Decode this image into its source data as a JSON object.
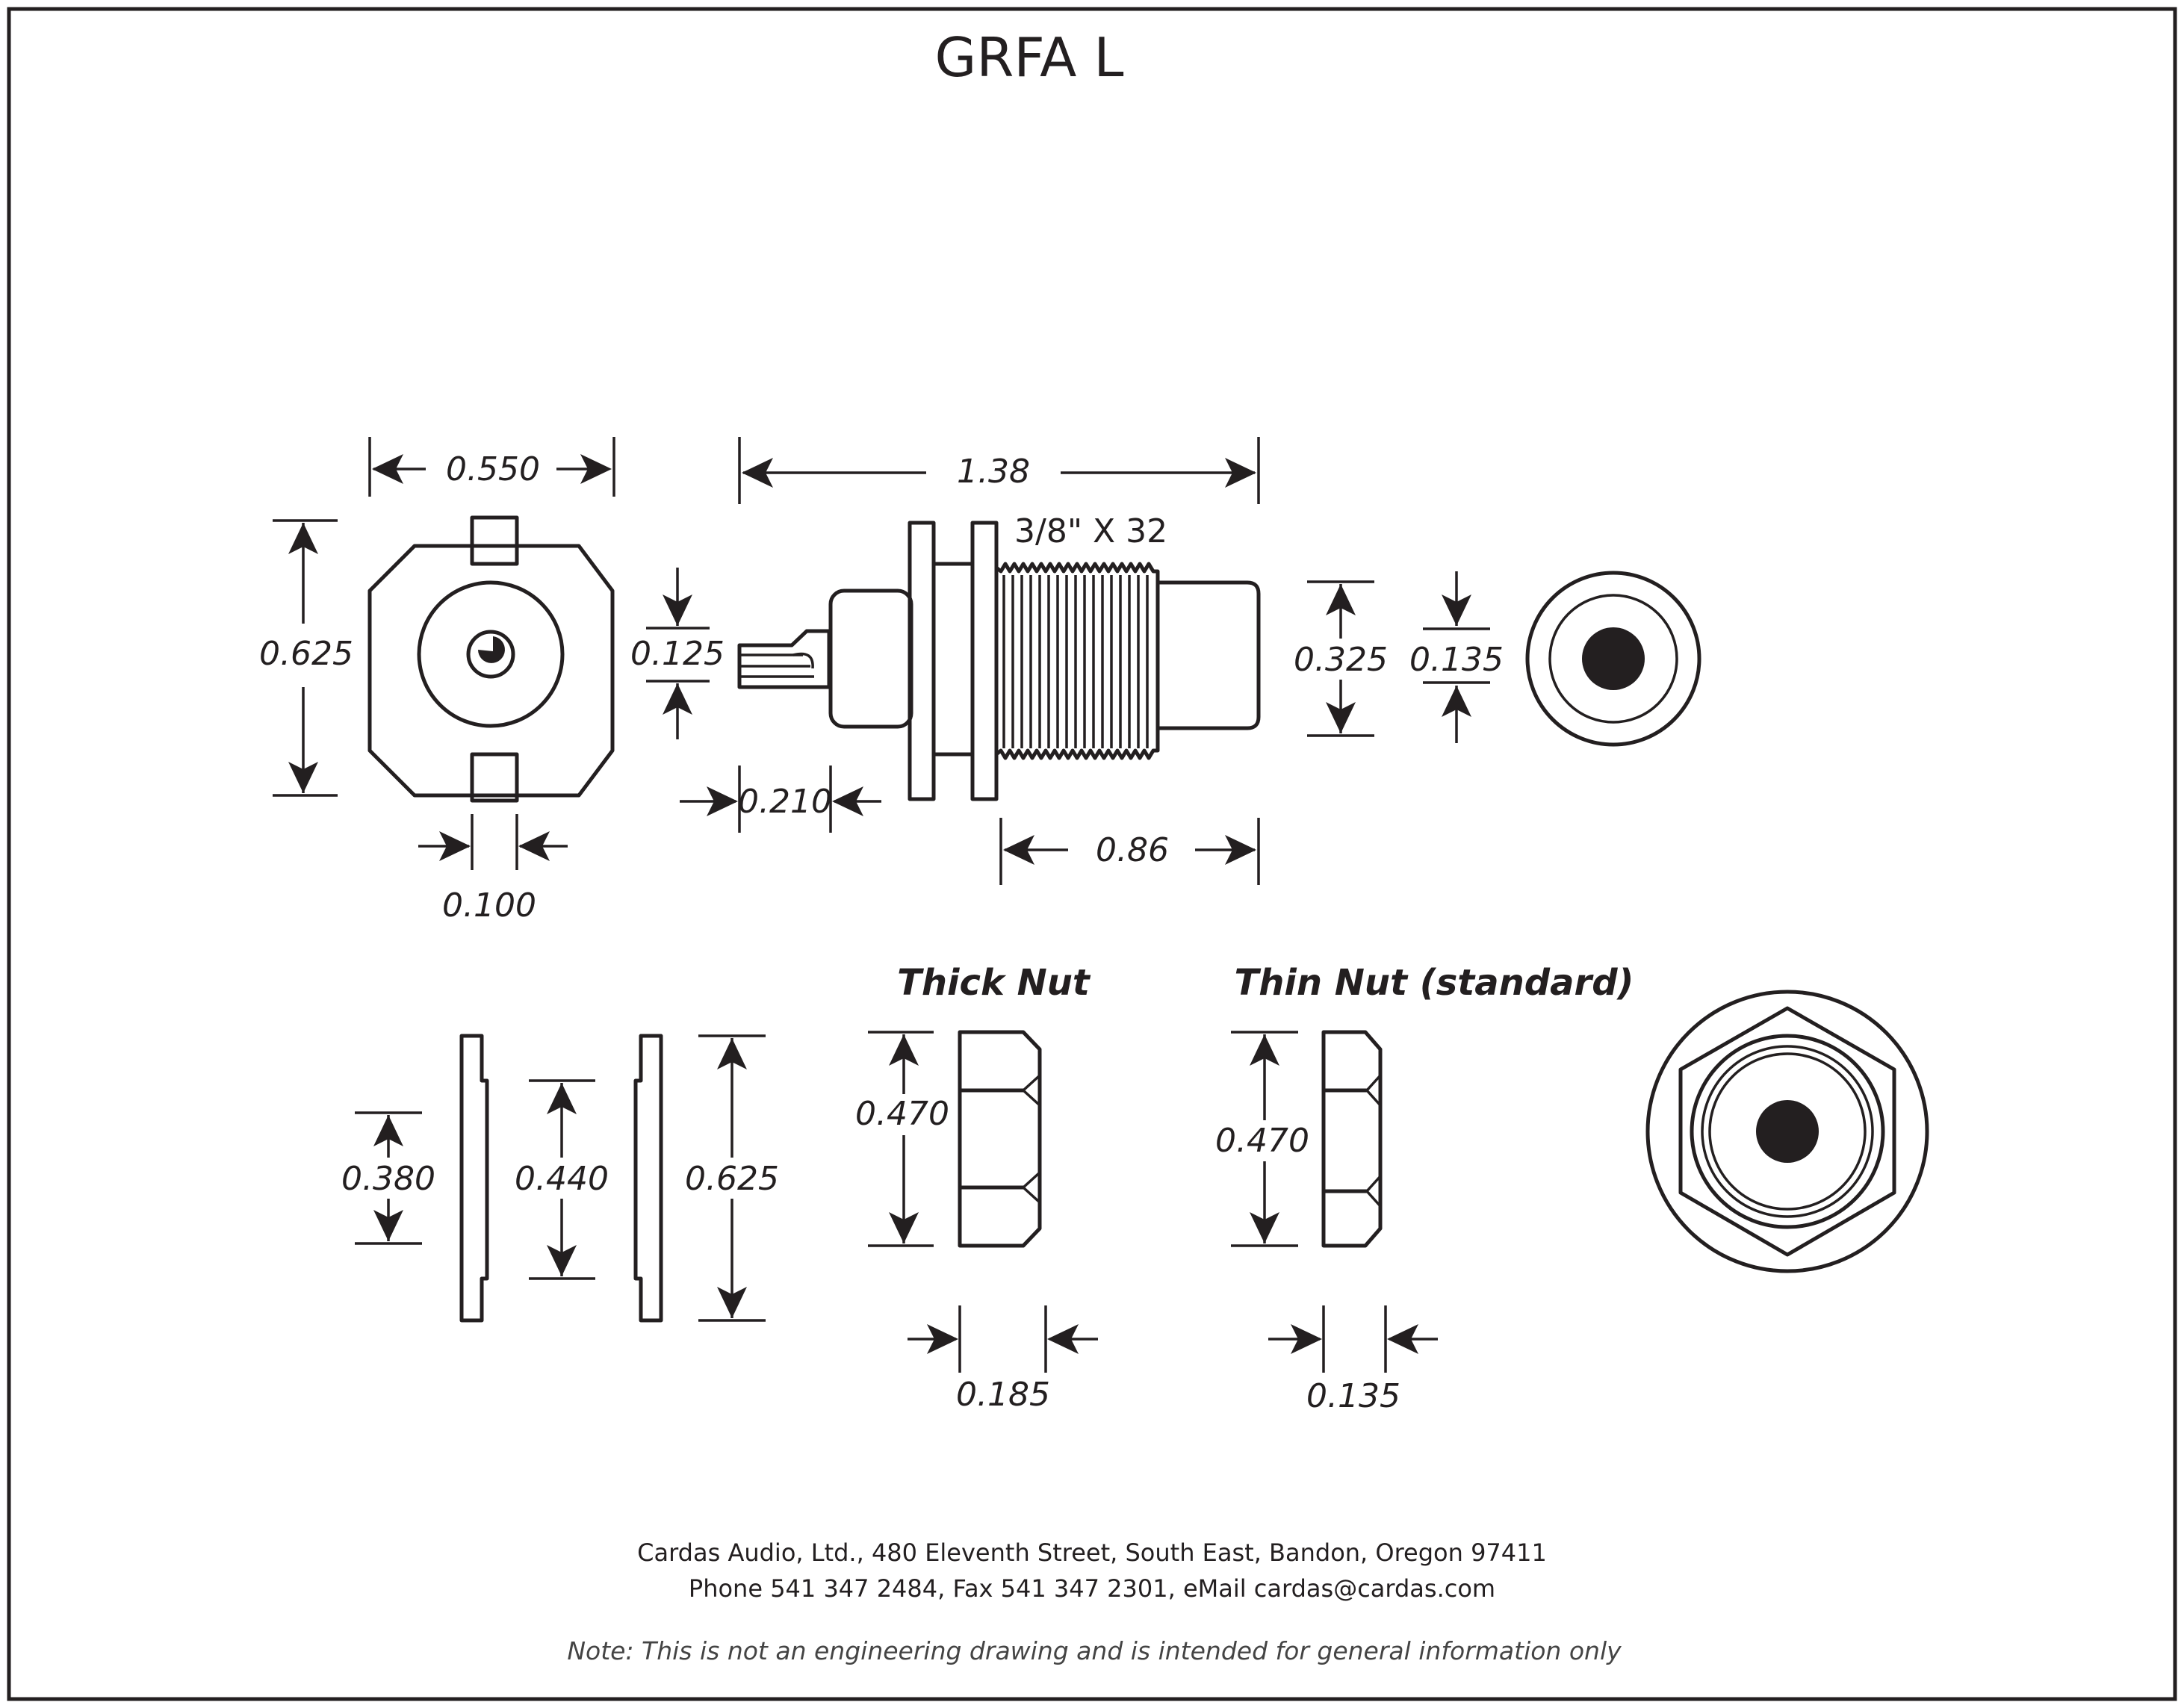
{
  "title": "GRFA L",
  "dimensions": {
    "front_width": "0.550",
    "front_height": "0.625",
    "key_width": "0.100",
    "pin_height": "0.125",
    "overall_length": "1.38",
    "thread": "3/8\" X 32",
    "pin_offset": "0.210",
    "body_length": "0.86",
    "body_diameter": "0.325",
    "socket_diameter": "0.135",
    "washer_small": "0.380",
    "washer_mid": "0.440",
    "washer_large": "0.625",
    "thick_nut_height": "0.470",
    "thick_nut_width": "0.185",
    "thin_nut_height": "0.470",
    "thin_nut_width": "0.135"
  },
  "labels": {
    "thick_nut": "Thick Nut",
    "thin_nut": "Thin Nut (standard)"
  },
  "footer": {
    "address": "Cardas Audio, Ltd., 480 Eleventh Street, South East, Bandon, Oregon 97411",
    "contact": "Phone 541 347 2484, Fax 541 347 2301, eMail cardas@cardas.com",
    "note": "Note:  This is not an engineering drawing and is intended for general information only"
  }
}
